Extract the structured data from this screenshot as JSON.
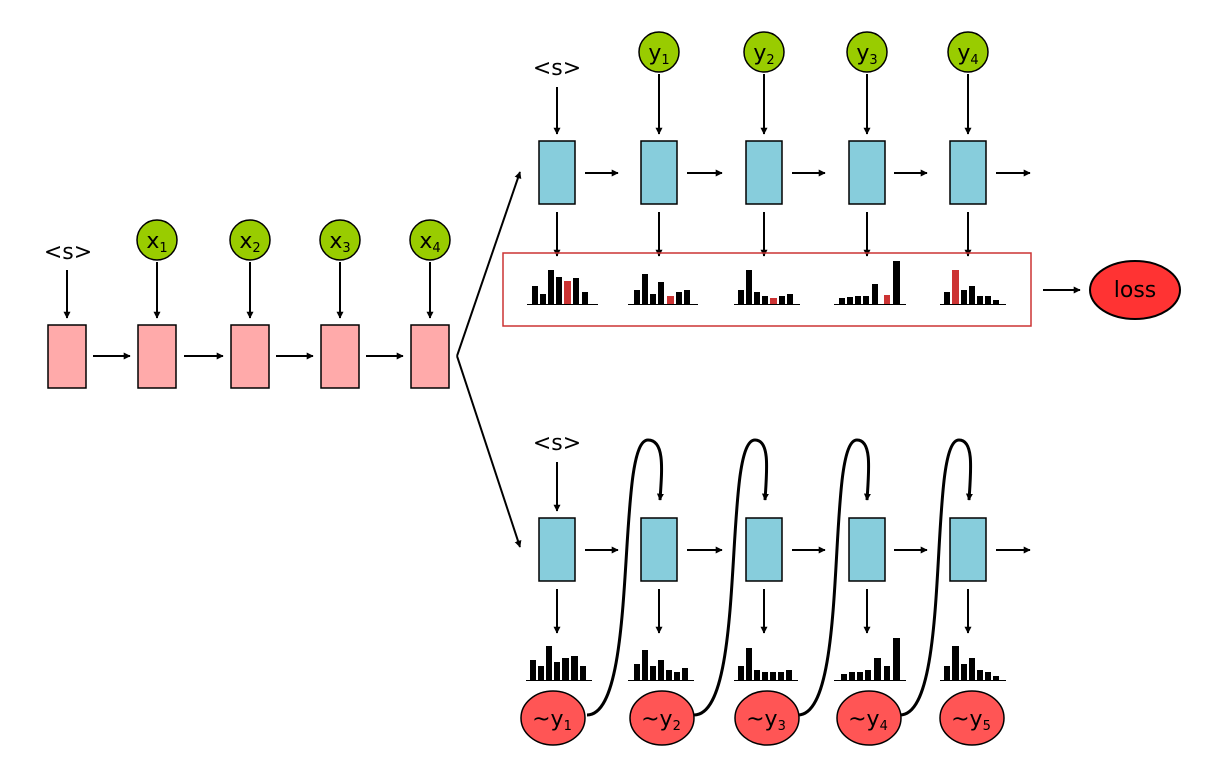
{
  "start_token": "<s>",
  "encoder": {
    "inputs": [
      {
        "base": "x",
        "sub": "1"
      },
      {
        "base": "x",
        "sub": "2"
      },
      {
        "base": "x",
        "sub": "3"
      },
      {
        "base": "x",
        "sub": "4"
      }
    ]
  },
  "teacher_forcing_branch": {
    "targets": [
      {
        "base": "y",
        "sub": "1"
      },
      {
        "base": "y",
        "sub": "2"
      },
      {
        "base": "y",
        "sub": "3"
      },
      {
        "base": "y",
        "sub": "4"
      }
    ],
    "loss_label": "loss"
  },
  "sampling_branch": {
    "samples": [
      {
        "base": "~y",
        "sub": "1"
      },
      {
        "base": "~y",
        "sub": "2"
      },
      {
        "base": "~y",
        "sub": "3"
      },
      {
        "base": "~y",
        "sub": "4"
      },
      {
        "base": "~y",
        "sub": "5"
      }
    ]
  },
  "colors": {
    "encoder_cell": "#ffaaaa",
    "decoder_cell": "#87cddc",
    "input_node": "#99cc00",
    "sample_node": "#ff5555",
    "loss_node": "#ff3333",
    "loss_box": "#cc3333",
    "target_bar": "#cc3333",
    "bar": "#000000"
  }
}
